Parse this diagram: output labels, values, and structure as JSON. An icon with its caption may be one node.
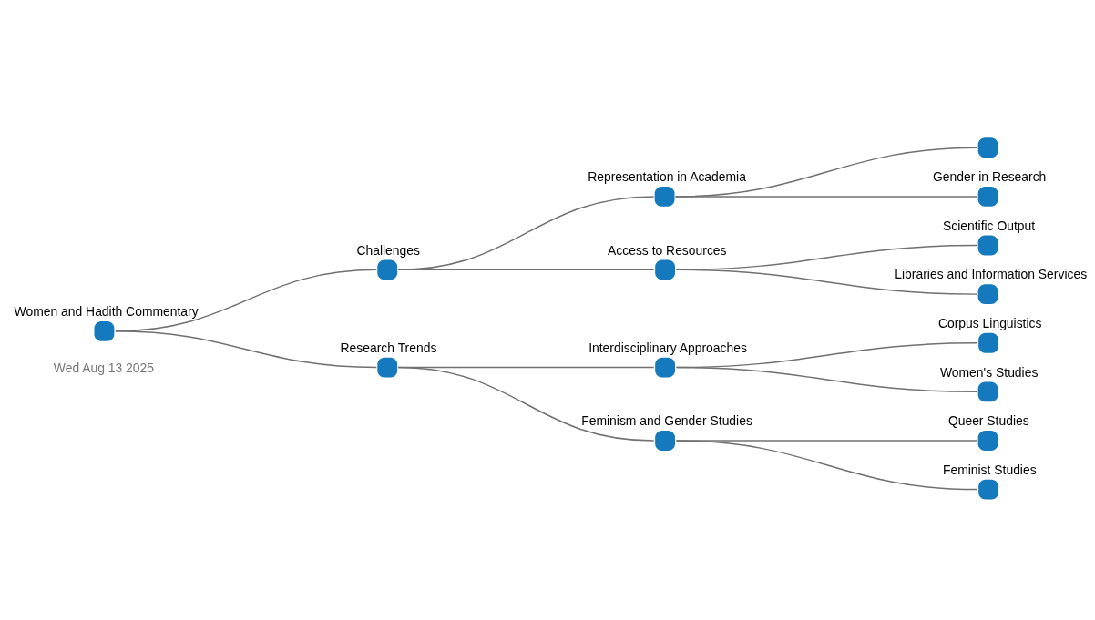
{
  "diagram": {
    "nodes": [
      {
        "text": [
          "Women and Hadith Commentary"
        ]
      },
      {
        "text": [
          "Challenges"
        ]
      },
      {
        "text": [
          "Research Trends"
        ]
      },
      {
        "text": [
          "Representation in Academia"
        ]
      },
      {
        "text": [
          "Access to Resources"
        ]
      },
      {
        "text": [
          "Interdisciplinary Approaches"
        ]
      },
      {
        "text": [
          "Feminism and Gender Studies"
        ]
      },
      {
        "text": [],
        "shape": "circle"
      },
      {
        "text": [
          "Gender in Research"
        ]
      },
      {
        "text": [
          "Scientific Output"
        ]
      },
      {
        "text": [
          "Libraries and Information Services"
        ]
      },
      {
        "text": [
          "Corpus Linguistics"
        ]
      },
      {
        "text": [
          "Women's Studies"
        ]
      },
      {
        "text": [
          "Queer Studies"
        ]
      },
      {
        "text": [
          "Feminist Studies"
        ]
      }
    ],
    "edges": [
      {
        "from": 0,
        "to": 1,
        "arrow": "none"
      },
      {
        "from": 0,
        "to": 2,
        "arrow": "none"
      },
      {
        "from": 1,
        "to": 3,
        "arrow": "none"
      },
      {
        "from": 1,
        "to": 4,
        "arrow": "none"
      },
      {
        "from": 2,
        "to": 5,
        "arrow": "none"
      },
      {
        "from": 2,
        "to": 6,
        "arrow": "none"
      },
      {
        "from": 3,
        "to": 7,
        "arrow": "none"
      },
      {
        "from": 3,
        "to": 8,
        "arrow": "none"
      },
      {
        "from": 4,
        "to": 9,
        "arrow": "none"
      },
      {
        "from": 4,
        "to": 10,
        "arrow": "none"
      },
      {
        "from": 5,
        "to": 11,
        "arrow": "none"
      },
      {
        "from": 5,
        "to": 12,
        "arrow": "none"
      },
      {
        "from": 6,
        "to": 13,
        "arrow": "none"
      },
      {
        "from": 6,
        "to": 14,
        "arrow": "none"
      }
    ],
    "labels": [
      "Wed Aug 13 2025"
    ]
  }
}
